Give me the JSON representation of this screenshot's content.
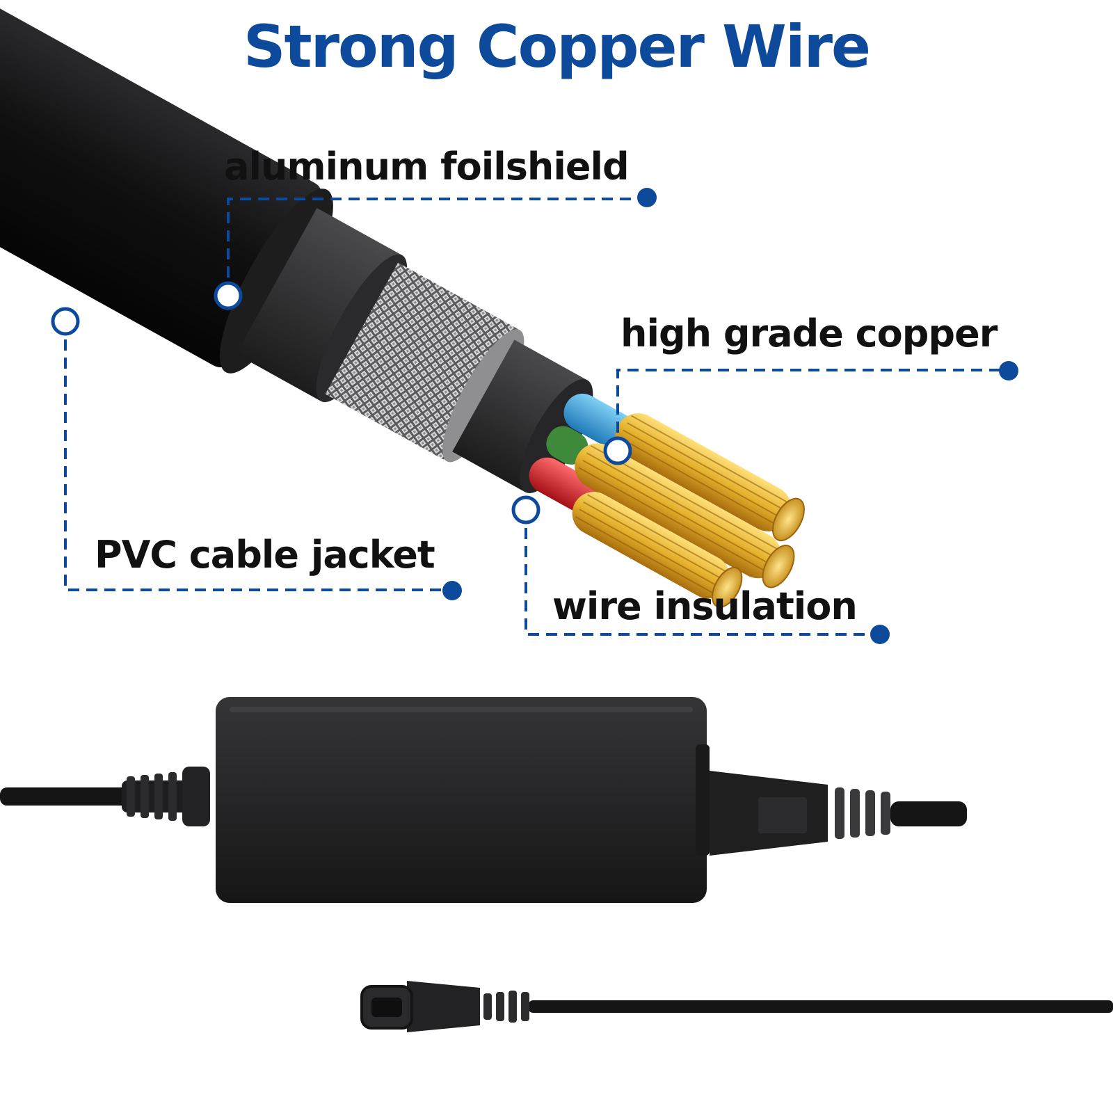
{
  "title": "Strong Copper Wire",
  "labels": {
    "foil": "aluminum foilshield",
    "copper": "high grade copper",
    "jacket": "PVC cable jacket",
    "insulation": "wire insulation"
  },
  "colors": {
    "accent": "#0d4a9b",
    "copper": "#e5b12c",
    "wire_blue": "#3aa6e0",
    "wire_red": "#d41f2a",
    "wire_green": "#3f8a3a",
    "cable_black": "#0f0f10"
  }
}
